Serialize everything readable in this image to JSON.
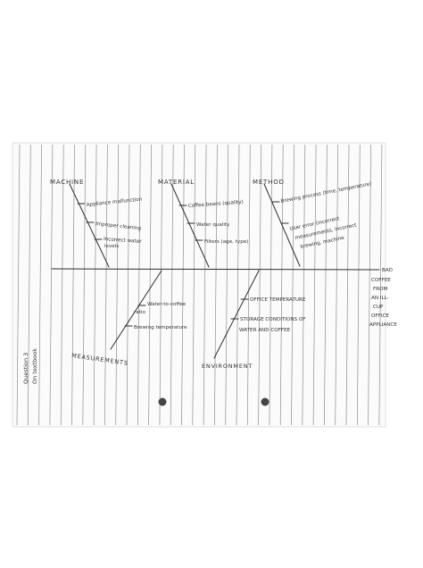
{
  "document": {
    "side_note_line1": "Question 3",
    "side_note_line2": "On textbook"
  },
  "diagram": {
    "effect": [
      "BAD",
      "COFFEE",
      "FROM",
      "AN ILL-",
      "CUP",
      "OFFICE",
      "APPLIANCE"
    ],
    "categories": {
      "machine": {
        "label": "MACHINE",
        "causes": [
          "Appliance malfunction",
          "Improper cleaning",
          "Incorrect water",
          "levels"
        ]
      },
      "material": {
        "label": "MATERIAL",
        "causes": [
          "Coffee beans (quality)",
          "Water quality",
          "Filters (age, type)"
        ]
      },
      "method": {
        "label": "METHOD",
        "causes": [
          "Brewing process (time, temperature)",
          "User error (incorrect",
          "measurements, incorrect",
          "brewing, machine"
        ]
      },
      "measurements": {
        "label": "MEASUREMENTS",
        "causes": [
          "Water-to-coffee",
          "ratio",
          "Brewing temperature"
        ]
      },
      "environment": {
        "label": "ENVIRONMENT",
        "causes": [
          "OFFICE TEMPERATURE",
          "STORAGE CONDITIONS OF",
          "WATER AND COFFEE"
        ]
      }
    }
  }
}
